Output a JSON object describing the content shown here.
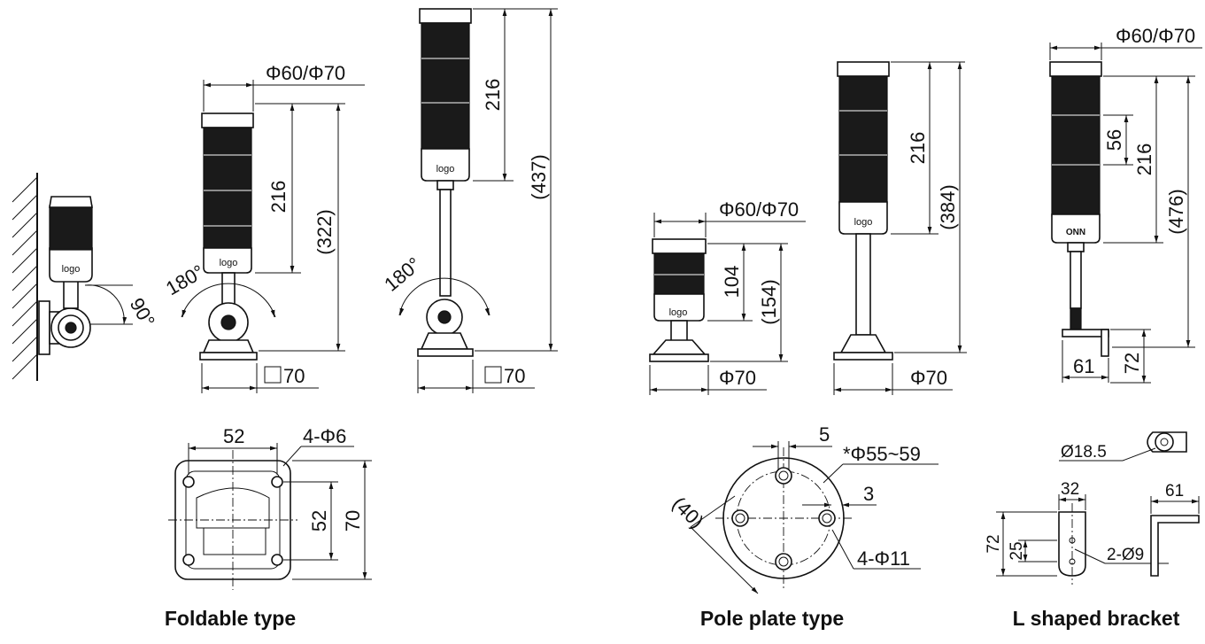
{
  "captions": {
    "foldable": "Foldable type",
    "pole_plate": "Pole plate type",
    "l_bracket": "L shaped bracket"
  },
  "foldable": {
    "angle_wall": "90°",
    "angle_short": "180°",
    "angle_tall": "180°",
    "dia_short": "Φ60/Φ70",
    "height_short": "216",
    "total_short": "(322)",
    "height_tall": "216",
    "total_tall": "(437)",
    "base_short": "70",
    "base_tall": "70",
    "bottom_w": "52",
    "bottom_h": "52",
    "bottom_total": "70",
    "holes": "4-Φ6",
    "logo_wall": "logo",
    "logo_short": "logo",
    "logo_tall": "logo"
  },
  "pole_plate": {
    "dia_short": "Φ60/Φ70",
    "height_short": "104",
    "total_short": "(154)",
    "base_short": "Φ70",
    "height_tall": "216",
    "total_tall": "(384)",
    "base_tall": "Φ70",
    "top_5": "5",
    "pcd": "*Φ55~59",
    "dim_3": "3",
    "dim_40": "(40)",
    "holes": "4-Φ11",
    "logo_short": "logo",
    "logo_tall": "logo"
  },
  "l_bracket": {
    "dia": "Φ60/Φ70",
    "height_56": "56",
    "height_216": "216",
    "total": "(476)",
    "width_61": "61",
    "height_72": "72",
    "hole": "Ø18.5",
    "w32": "32",
    "w61": "61",
    "h72": "72",
    "h25": "25",
    "holes": "2-Ø9",
    "badge": "ONN"
  }
}
